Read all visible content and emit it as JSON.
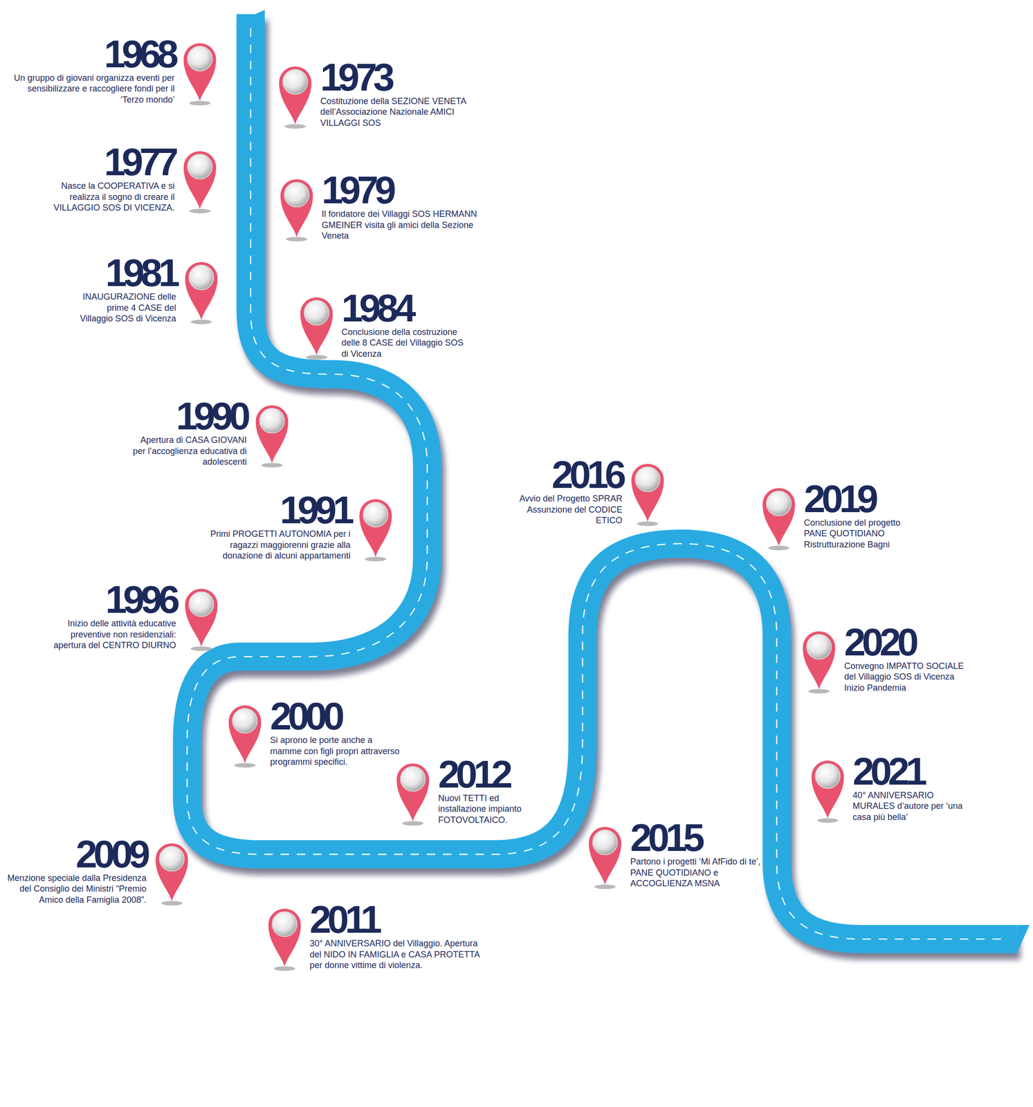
{
  "diagram": {
    "nodes": [
      {
        "text": [
          "1968",
          "Un gruppo di giovani organizza eventi per sensibilizzare e raccogliere fondi per il ‘Terzo mondo’"
        ]
      },
      {
        "text": [
          "1973",
          "Costituzione della SEZIONE VENETA dell’Associazione Nazionale AMICI VILLAGGI SOS"
        ]
      },
      {
        "text": [
          "1977",
          "Nasce la COOPERATIVA e si realizza il sogno di creare il VILLAGGIO SOS DI VICENZA."
        ]
      },
      {
        "text": [
          "1979",
          "Il fondatore dei Villaggi SOS HERMANN GMEINER visita gli amici della Sezione Veneta"
        ]
      },
      {
        "text": [
          "1981",
          "INAUGURAZIONE delle prime 4 CASE del Villaggio SOS di Vicenza"
        ]
      },
      {
        "text": [
          "1984",
          "Conclusione della costruzione delle 8 CASE del Villaggio SOS di Vicenza"
        ]
      },
      {
        "text": [
          "1990",
          "Apertura di CASA GIOVANI per l’accoglienza educativa di adolescenti"
        ]
      },
      {
        "text": [
          "1991",
          "Primi PROGETTI AUTONOMIA per i ragazzi maggiorenni grazie alla donazione di alcuni appartamenti"
        ]
      },
      {
        "text": [
          "1996",
          "Inizio delle attività educative preventive non residenziali: apertura del CENTRO DIURNO"
        ]
      },
      {
        "text": [
          "2000",
          "Si aprono le porte anche a mamme con figli propri attraverso programmi specifici."
        ]
      },
      {
        "text": [
          "2009",
          "Menzione speciale dalla Presidenza del Consiglio dei Ministri “Premio Amico della Famiglia 2008”."
        ]
      },
      {
        "text": [
          "2011",
          "30° ANNIVERSARIO del Villaggio. Apertura del NIDO IN FAMIGLIA e CASA PROTETTA per donne vittime di violenza."
        ]
      },
      {
        "text": [
          "2012",
          "Nuovi TETTI ed installazione impianto FOTOVOLTAICO."
        ]
      },
      {
        "text": [
          "2015",
          "Partono i progetti ‘Mi AfFido di te’, PANE QUOTIDIANO e ACCOGLIENZA MSNA"
        ]
      },
      {
        "text": [
          "2016",
          "Avvio del Progetto SPRAR Assunzione del CODICE ETICO"
        ]
      },
      {
        "text": [
          "2019",
          "Conclusione del progetto PANE QUOTIDIANO Ristrutturazione Bagni"
        ]
      },
      {
        "text": [
          "2020",
          "Convegno IMPATTO SOCIALE del Villaggio SOS di Vicenza Inizio Pandemia"
        ]
      },
      {
        "text": [
          "2021",
          "40° ANNIVERSARIO MURALES d’autore per ‘una casa più bella’"
        ]
      }
    ]
  }
}
